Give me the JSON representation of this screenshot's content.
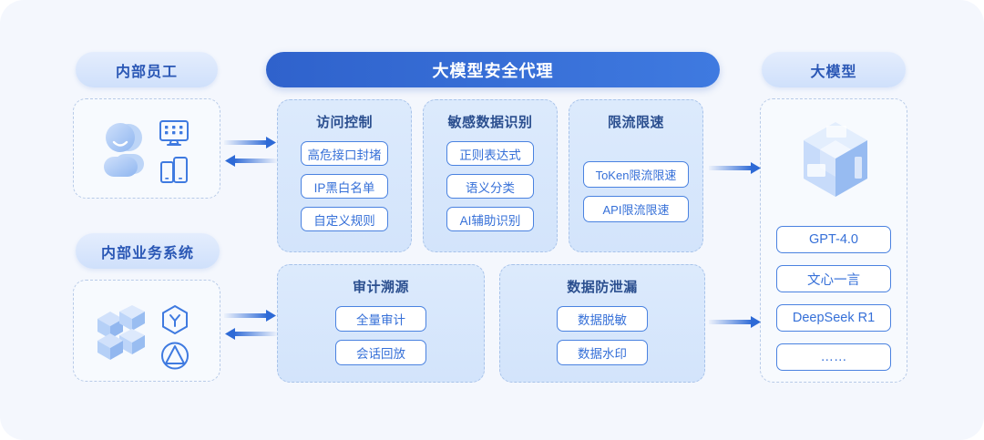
{
  "diagram": {
    "left_column": {
      "top": {
        "pill_label": "内部员工",
        "icons": [
          "user-avatar-icon",
          "desktop-monitor-icon",
          "mobile-devices-icon"
        ]
      },
      "bottom": {
        "pill_label": "内部业务系统",
        "icons": [
          "server-cubes-icon",
          "hexagon-y-icon",
          "circle-triangle-icon"
        ]
      }
    },
    "center": {
      "header_label": "大模型安全代理",
      "panels": [
        {
          "title": "访问控制",
          "items": [
            "高危接口封堵",
            "IP黑白名单",
            "自定义规则"
          ]
        },
        {
          "title": "敏感数据识别",
          "items": [
            "正则表达式",
            "语义分类",
            "AI辅助识别"
          ]
        },
        {
          "title": "限流限速",
          "items": [
            "ToKen限流限速",
            "API限流限速"
          ]
        },
        {
          "title": "审计溯源",
          "items": [
            "全量审计",
            "会话回放"
          ]
        },
        {
          "title": "数据防泄漏",
          "items": [
            "数据脱敏",
            "数据水印"
          ]
        }
      ]
    },
    "right_column": {
      "pill_label": "大模型",
      "icon": "isometric-cube-icon",
      "models": [
        "GPT-4.0",
        "文心一言",
        "DeepSeek R1",
        "……"
      ]
    },
    "arrows": [
      {
        "name": "employee-to-agent",
        "direction": "bidirectional"
      },
      {
        "name": "system-to-agent",
        "direction": "bidirectional"
      },
      {
        "name": "agent-to-model-top",
        "direction": "right"
      },
      {
        "name": "agent-to-model-bottom",
        "direction": "right"
      }
    ],
    "colors": {
      "background": "#f4f7fd",
      "accent_blue": "#3670d8",
      "header_blue_start": "#2f62cc",
      "header_blue_end": "#3f7ae0",
      "panel_blue": "#dceafc",
      "title_text": "#2b4f8f",
      "dashed_border": "#a8c3ea"
    }
  }
}
